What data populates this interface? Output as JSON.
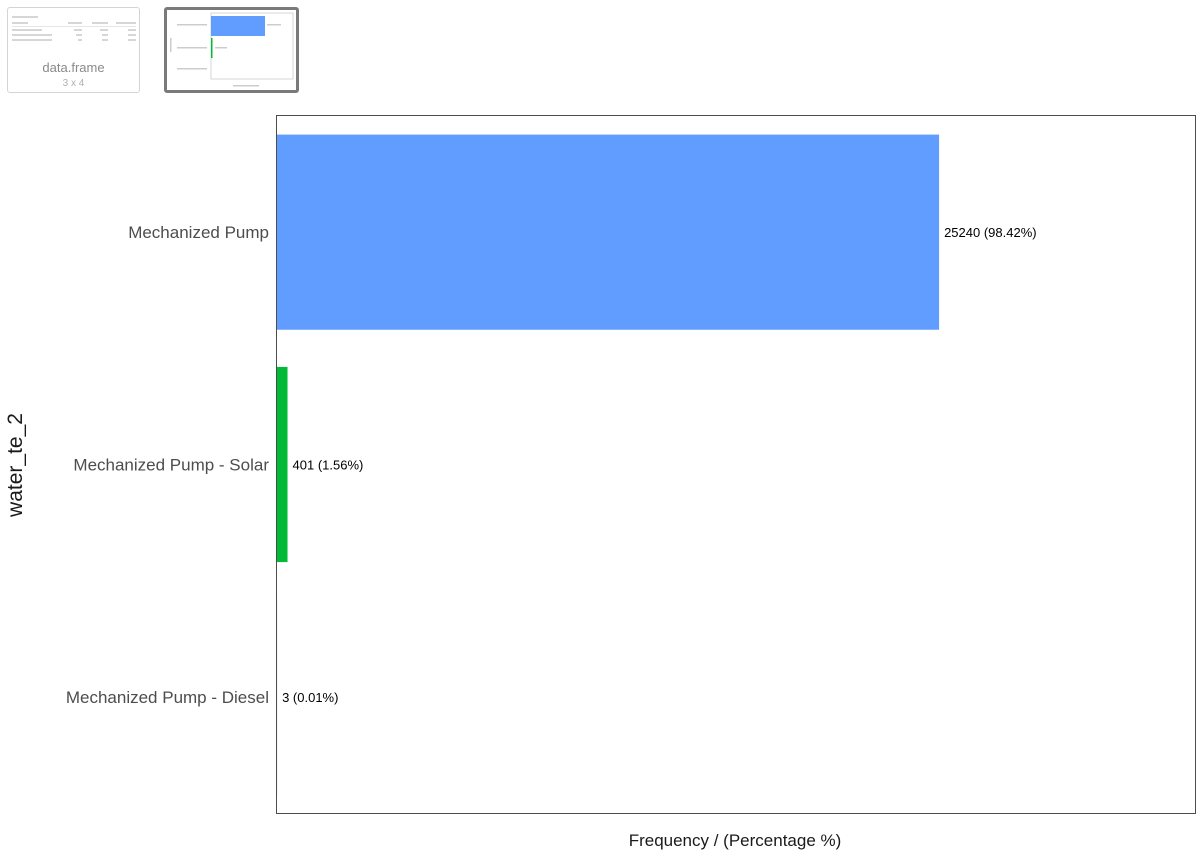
{
  "thumbnails": [
    {
      "kind": "data-frame",
      "title": "data.frame",
      "subtitle": "3 x 4"
    },
    {
      "kind": "plot",
      "selected": true
    }
  ],
  "chart_data": {
    "type": "bar",
    "orientation": "horizontal",
    "categories": [
      "Mechanized Pump",
      "Mechanized Pump - Solar",
      "Mechanized Pump - Diesel"
    ],
    "values": [
      25240,
      401,
      3
    ],
    "percentages": [
      98.42,
      1.56,
      0.01
    ],
    "data_labels": [
      "25240 (98.42%)",
      "401 (1.56%)",
      "3 (0.01%)"
    ],
    "colors": [
      "#619CFF",
      "#00BA38",
      "#F8766D"
    ],
    "title": "",
    "xlabel": "Frequency / (Percentage %)",
    "ylabel": "water_te_2",
    "xlim": [
      0,
      34996
    ],
    "grid": false,
    "legend": "none"
  }
}
